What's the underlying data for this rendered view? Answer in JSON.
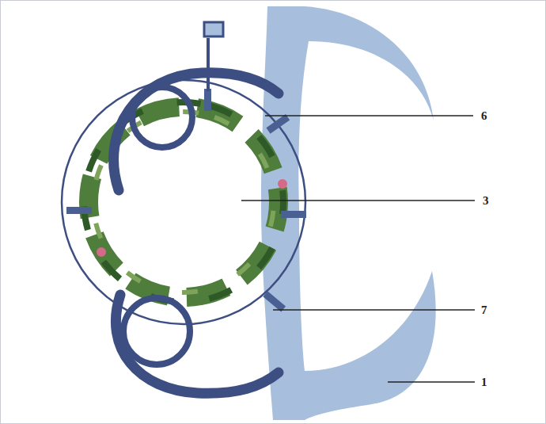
{
  "diagram": {
    "labels": [
      "6",
      "3",
      "7",
      "1"
    ]
  }
}
